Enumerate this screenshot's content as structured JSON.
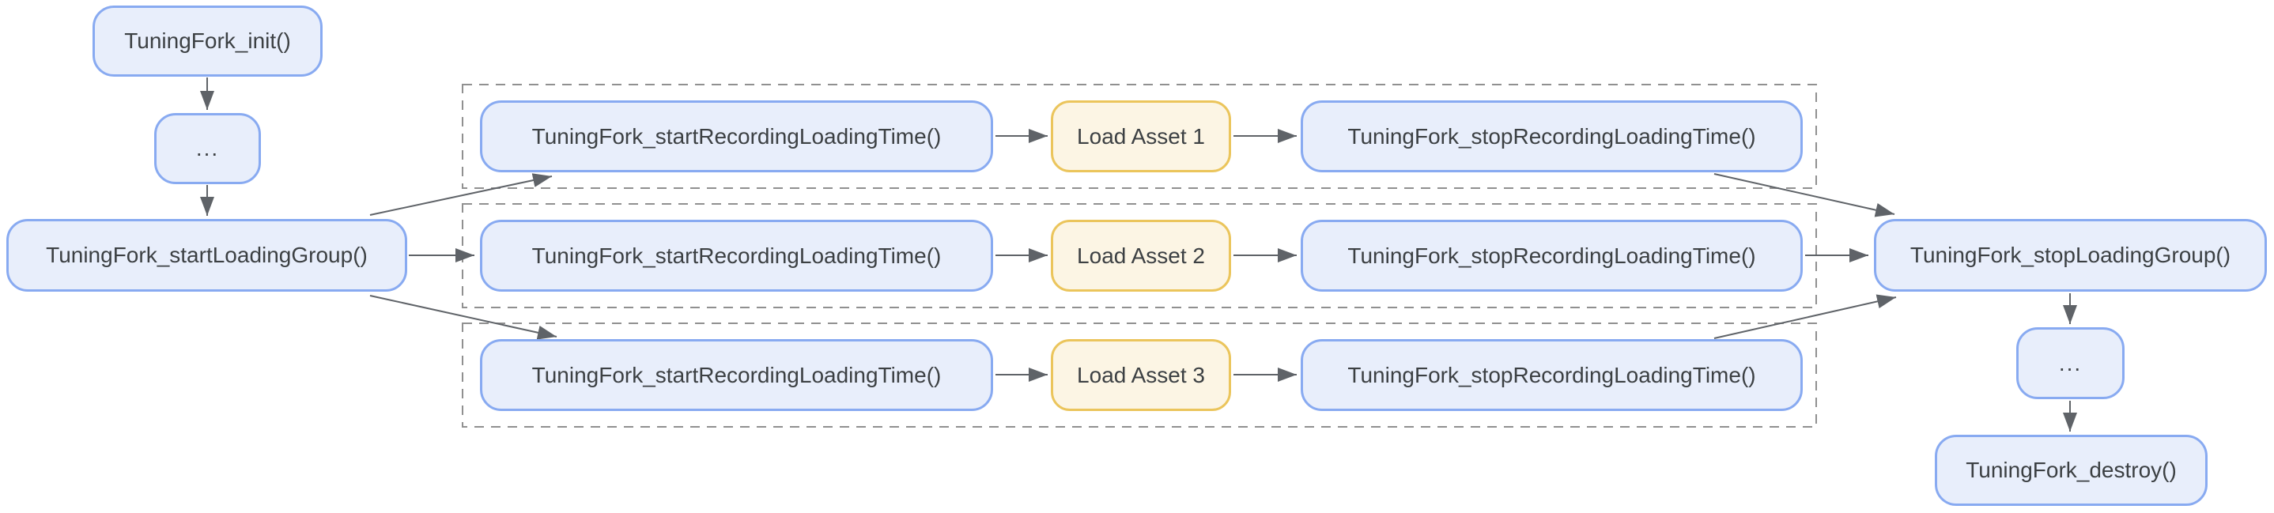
{
  "diagram": {
    "init": "TuningFork_init()",
    "ellipsis_top": "...",
    "start_loading_group": "TuningFork_startLoadingGroup()",
    "rows": [
      {
        "start_recording": "TuningFork_startRecordingLoadingTime()",
        "load_asset": "Load Asset 1",
        "stop_recording": "TuningFork_stopRecordingLoadingTime()"
      },
      {
        "start_recording": "TuningFork_startRecordingLoadingTime()",
        "load_asset": "Load Asset 2",
        "stop_recording": "TuningFork_stopRecordingLoadingTime()"
      },
      {
        "start_recording": "TuningFork_startRecordingLoadingTime()",
        "load_asset": "Load Asset 3",
        "stop_recording": "TuningFork_stopRecordingLoadingTime()"
      }
    ],
    "stop_loading_group": "TuningFork_stopLoadingGroup()",
    "ellipsis_bottom": "...",
    "destroy": "TuningFork_destroy()"
  },
  "colors": {
    "background": "#FFFFFF",
    "blue_fill": "#E8EEFB",
    "blue_border": "#88AAF1",
    "yellow_fill": "#FCF5E4",
    "yellow_border": "#EBC55C",
    "text": "#3C4043",
    "arrow": "#5F6368",
    "group_dash": "#909090"
  }
}
